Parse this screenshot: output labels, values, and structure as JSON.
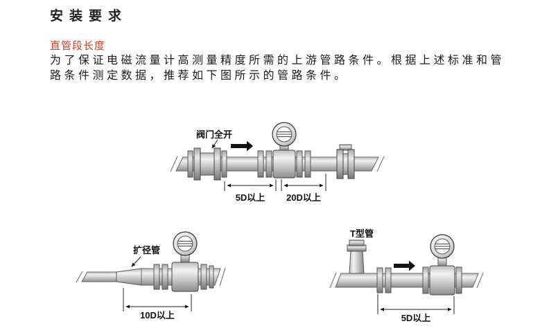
{
  "page": {
    "title": "安装要求",
    "section_heading": "直管段长度",
    "body": "为了保证电磁流量计高测量精度所需的上游管路条件。根据上述标准和管路条件测定数据，推荐如下图所示的管路条件。"
  },
  "colors": {
    "heading_red": "#cc4125",
    "body_text": "#1a1a1a",
    "pipe_gray": "#c2c2c2",
    "line_black": "#111111"
  },
  "diagrams": {
    "valve_open": {
      "label": "阀门全开",
      "dim_upstream": "5D以上",
      "dim_downstream": "20D以上"
    },
    "expander": {
      "label": "扩径管",
      "dim": "10D以上"
    },
    "tee": {
      "label": "T型管",
      "dim": "5D以上"
    }
  }
}
